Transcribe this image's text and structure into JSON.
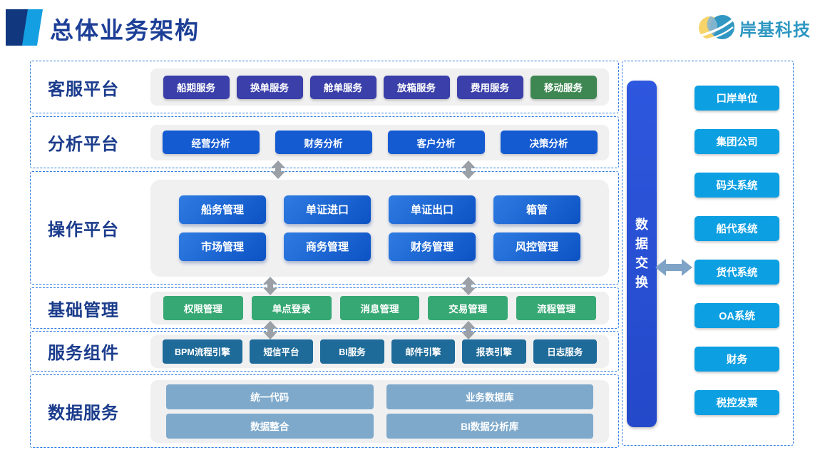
{
  "header": {
    "title": "总体业务架构",
    "brand": "岸基科技"
  },
  "sections": [
    {
      "label": "客服平台",
      "buttons": [
        "船期服务",
        "换单服务",
        "舱单服务",
        "放箱服务",
        "费用服务",
        "移动服务"
      ]
    },
    {
      "label": "分析平台",
      "buttons": [
        "经营分析",
        "财务分析",
        "客户分析",
        "决策分析"
      ]
    },
    {
      "label": "操作平台",
      "rows": [
        [
          "船务管理",
          "单证进口",
          "单证出口",
          "箱管"
        ],
        [
          "市场管理",
          "商务管理",
          "财务管理",
          "风控管理"
        ]
      ]
    },
    {
      "label": "基础管理",
      "buttons": [
        "权限管理",
        "单点登录",
        "消息管理",
        "交易管理",
        "流程管理"
      ]
    },
    {
      "label": "服务组件",
      "buttons": [
        "BPM流程引擎",
        "短信平台",
        "BI服务",
        "邮件引擎",
        "报表引擎",
        "日志服务"
      ]
    },
    {
      "label": "数据服务",
      "rows": [
        [
          "统一代码",
          "业务数据库"
        ],
        [
          "数据整合",
          "BI数据分析库"
        ]
      ]
    }
  ],
  "exchange": {
    "label": "数据交换"
  },
  "external": {
    "items": [
      "口岸单位",
      "集团公司",
      "码头系统",
      "船代系统",
      "货代系统",
      "OA系统",
      "财务",
      "税控发票"
    ]
  },
  "icons": {
    "vertical_connector": "double-vertical-arrow",
    "exchange_arrow": "double-horizontal-arrow",
    "brand_logo": "overlapping-circles-wave"
  },
  "colors": {
    "title_navy": "#1d3f97",
    "label_navy": "#1b3c8c",
    "dashed_border": "#2e7de2",
    "indigo_button": "#3a3fa9",
    "mobile_green": "#3e8752",
    "blue_button": "#145bd2",
    "gradient_blue_start": "#2f7ce2",
    "gradient_blue_end": "#0c52c4",
    "emerald_button": "#36a873",
    "steel_button": "#1e6b99",
    "lightsteel_button": "#7ea9cb",
    "exchange_bar_blue": "#2b52d8",
    "azure_button": "#0c9fe2",
    "connector_gray": "#9aa0a6",
    "exchange_arrow_steel": "#7fa3c6",
    "brand_teal": "#2f97c2",
    "brand_yellow": "#f6d469",
    "tray_gray": "#f0f0f1",
    "logo_navy": "#11387f",
    "logo_sky": "#149fe2"
  }
}
